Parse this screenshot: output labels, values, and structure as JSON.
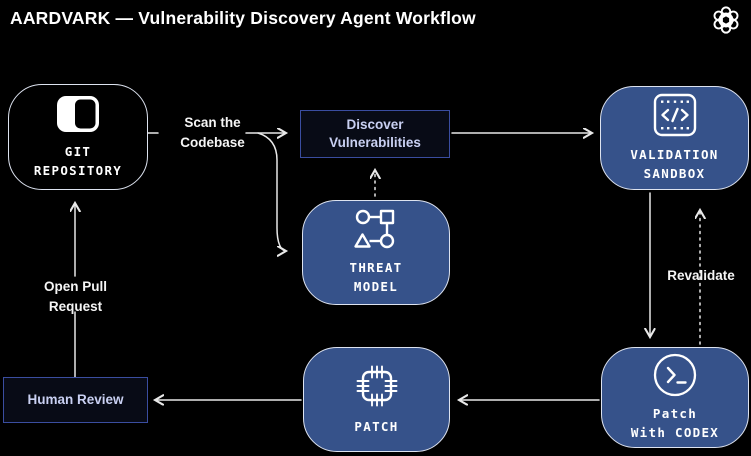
{
  "title": "AARDVARK — Vulnerability Discovery Agent Workflow",
  "logo": {
    "name": "openai-logo"
  },
  "nodes": {
    "git_repository": {
      "label": "GIT\nREPOSITORY",
      "icon": "repository-icon"
    },
    "validation_sandbox": {
      "label": "VALIDATION\nSANDBOX",
      "icon": "code-sandbox-icon"
    },
    "threat_model": {
      "label": "THREAT\nMODEL",
      "icon": "graph-shapes-icon"
    },
    "patch": {
      "label": "PATCH",
      "icon": "stitched-patch-icon"
    },
    "patch_with_codex": {
      "label": "Patch\nWith CODEX",
      "icon": "terminal-icon"
    },
    "discover_vulnerabilities": {
      "label": "Discover\nVulnerabilities"
    },
    "human_review": {
      "label": "Human Review"
    }
  },
  "edge_labels": {
    "scan": "Scan the\nCodebase",
    "revalidate": "Revalidate",
    "open_pull_request": "Open Pull\nRequest"
  },
  "colors": {
    "background": "#000000",
    "node_fill": "#36528a",
    "node_border": "#dde3f0",
    "accent_box_border": "#3a4da0",
    "accent_box_bg": "#080b16",
    "accent_text": "#c9d0f2",
    "arrow": "#e8e8e8",
    "label_text": "#f5f5f5"
  }
}
